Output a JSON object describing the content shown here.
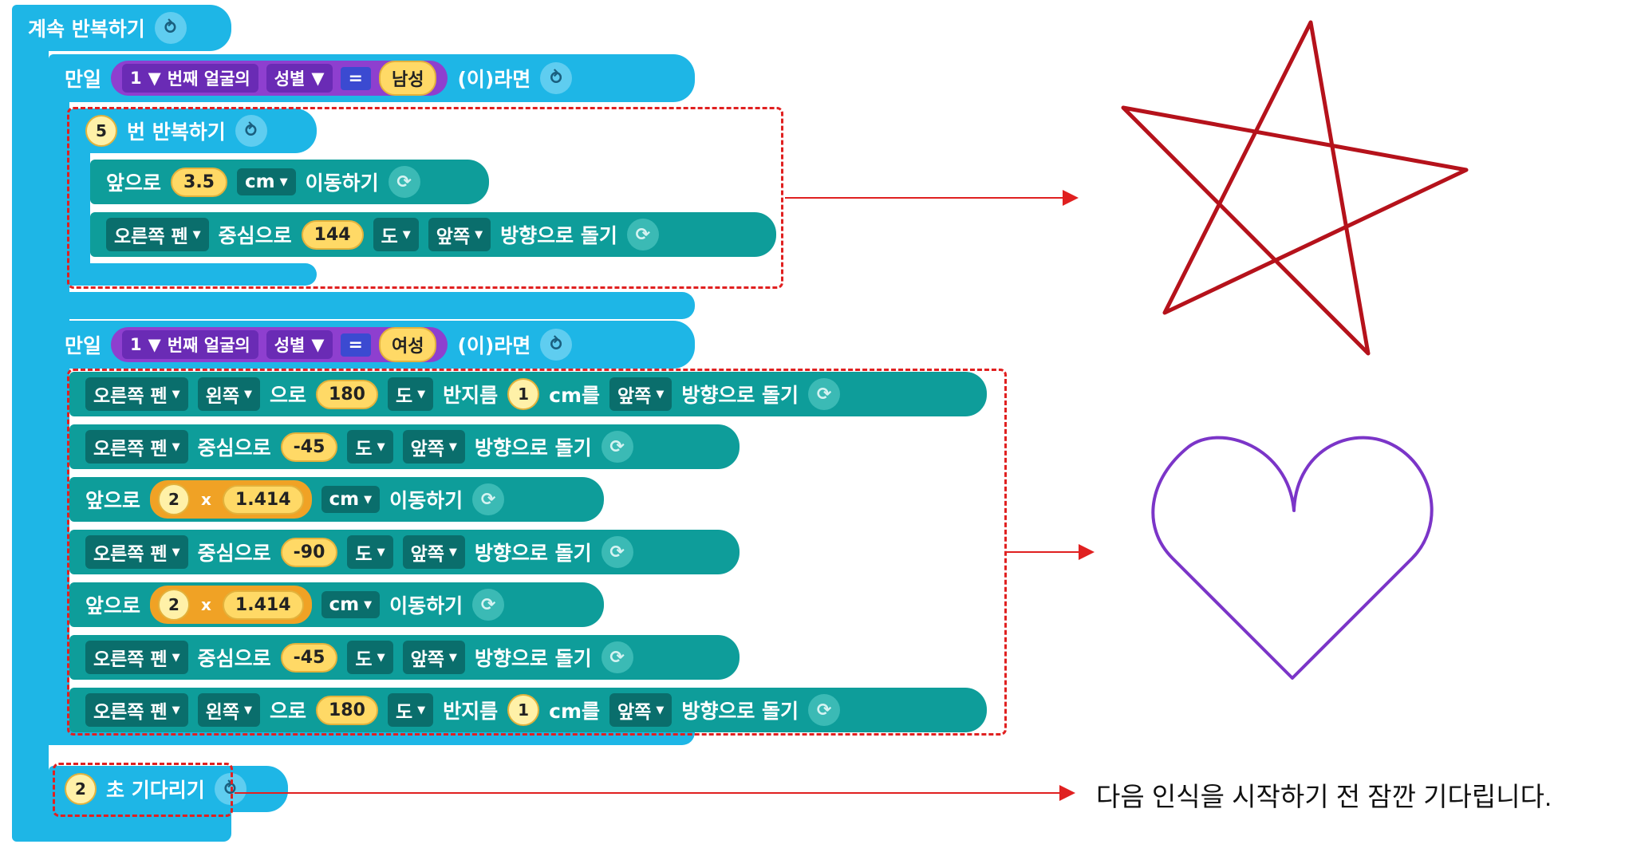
{
  "forever": {
    "label": "계속 반복하기"
  },
  "if1": {
    "label": "만일",
    "index": "1",
    "cond_text": "번째 얼굴의",
    "attr": "성별",
    "op": "=",
    "value": "남성",
    "suffix": "(이)라면"
  },
  "repeat": {
    "count": "5",
    "label": "번 반복하기"
  },
  "forward": {
    "label": "앞으로",
    "unit": "cm",
    "action": "이동하기"
  },
  "move1": {
    "value": "3.5"
  },
  "pen": {
    "name": "오른쪽 펜",
    "center": "중심으로",
    "deg": "도",
    "dir": "앞쪽",
    "turn": "방향으로 돌기",
    "left": "왼쪽",
    "ro": "으로",
    "radius": "반지름",
    "cmro": "cm를"
  },
  "rot1": {
    "value": "144"
  },
  "if2": {
    "label": "만일",
    "index": "1",
    "cond_text": "번째 얼굴의",
    "attr": "성별",
    "op": "=",
    "value": "여성",
    "suffix": "(이)라면"
  },
  "arc1": {
    "deg": "180",
    "r": "1"
  },
  "rot2": {
    "value": "-45"
  },
  "fwd2": {
    "a": "2",
    "x": "x",
    "b": "1.414"
  },
  "rot3": {
    "value": "-90"
  },
  "fwd3": {
    "a": "2",
    "x": "x",
    "b": "1.414"
  },
  "rot4": {
    "value": "-45"
  },
  "arc2": {
    "deg": "180",
    "r": "1"
  },
  "wait": {
    "value": "2",
    "label": "초 기다리기"
  },
  "annotation": {
    "text": "다음 인식을 시작하기 전 잠깐 기다립니다."
  },
  "colors": {
    "blue": "#1eb6e6",
    "teal": "#0e9d9a",
    "star": "#b5121b",
    "heart": "#7b35c8",
    "arrow": "#e02020"
  }
}
